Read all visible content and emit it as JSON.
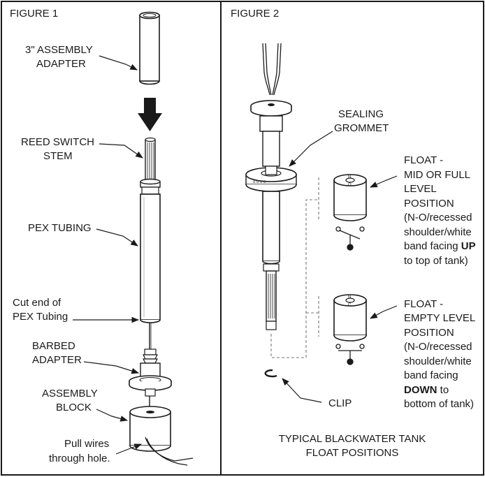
{
  "figure1": {
    "title": "FIGURE 1",
    "labels": {
      "assembly_adapter": [
        "3\" ASSEMBLY",
        "ADAPTER"
      ],
      "reed_switch_stem": [
        "REED SWITCH",
        "STEM"
      ],
      "pex_tubing": "PEX TUBING",
      "cut_end": [
        "Cut end of",
        "PEX Tubing"
      ],
      "barbed_adapter": [
        "BARBED",
        "ADAPTER"
      ],
      "assembly_block": [
        "ASSEMBLY",
        "BLOCK"
      ],
      "pull_wires": [
        "Pull wires",
        "through hole."
      ]
    }
  },
  "figure2": {
    "title": "FIGURE 2",
    "labels": {
      "sealing_grommet": [
        "SEALING",
        "GROMMET"
      ],
      "float_mid": {
        "line1": "FLOAT -",
        "line2": "MID OR FULL",
        "line3": "LEVEL",
        "line4": "POSITION",
        "line5": "(N-O/recessed",
        "line6": "shoulder/white",
        "line7_pre": "band facing ",
        "line7_bold": "UP",
        "line8": "to top of tank)"
      },
      "float_empty": {
        "line1": "FLOAT -",
        "line2": "EMPTY LEVEL",
        "line3": "POSITION",
        "line4": "(N-O/recessed",
        "line5": "shoulder/white",
        "line6": "band facing",
        "line7_bold": "DOWN",
        "line7_post": " to",
        "line8": "bottom of tank)"
      },
      "clip": "CLIP",
      "float_glyph_top": "N",
      "float_glyph_bottom": "O",
      "float2_glyph_top": "N",
      "float2_glyph_bottom": "C"
    },
    "caption": [
      "TYPICAL BLACKWATER TANK",
      "FLOAT POSITIONS"
    ]
  }
}
